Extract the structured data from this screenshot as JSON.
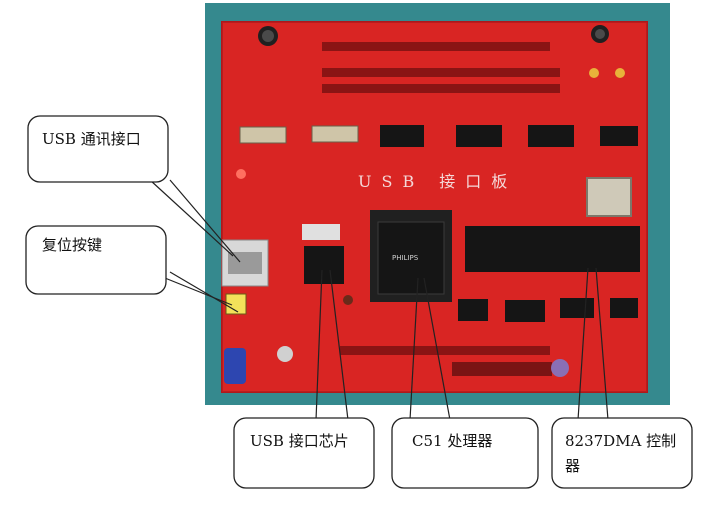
{
  "figure": {
    "board_silkscreen_title": "USB 接口板",
    "chip_marking": "PHILIPS",
    "callouts": [
      {
        "id": "usb-comm-port",
        "label": "USB 通讯接口"
      },
      {
        "id": "reset-key",
        "label": "复位按键"
      },
      {
        "id": "usb-interface-chip",
        "label": "USB 接口芯片"
      },
      {
        "id": "c51-processor",
        "label": "C51 处理器"
      },
      {
        "id": "dma-8237-controller",
        "label": "8237DMA 控制器"
      }
    ]
  },
  "colors": {
    "background": "#3a8f94",
    "board": "#d5201f",
    "chip": "#151515",
    "callout_border": "#222222"
  }
}
